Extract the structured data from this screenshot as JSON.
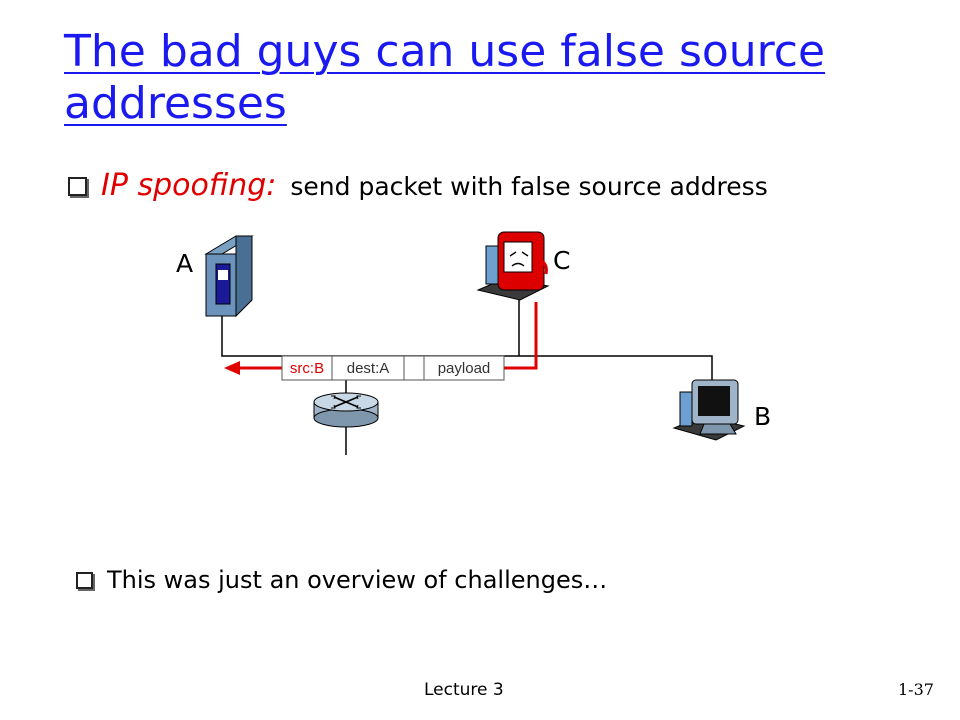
{
  "slide": {
    "title": "The bad guys can use false source addresses",
    "bullet1": {
      "term": "IP spoofing:",
      "description": "send packet with false source address"
    },
    "bullet2": "This was just an overview of challenges…",
    "footer": {
      "lecture": "Lecture 3",
      "page": "1-37"
    }
  },
  "diagram": {
    "nodes": {
      "a": {
        "label": "A",
        "icon": "server-icon"
      },
      "b": {
        "label": "B",
        "icon": "desktop-computer-icon"
      },
      "c": {
        "label": "C",
        "icon": "attacker-computer-icon"
      },
      "router": {
        "icon": "router-icon"
      }
    },
    "packet": {
      "src": "src:B",
      "dest": "dest:A",
      "payload": "payload"
    },
    "colors": {
      "title": "#1a1af0",
      "accent": "#e00000",
      "packet_text": "#333333"
    }
  }
}
